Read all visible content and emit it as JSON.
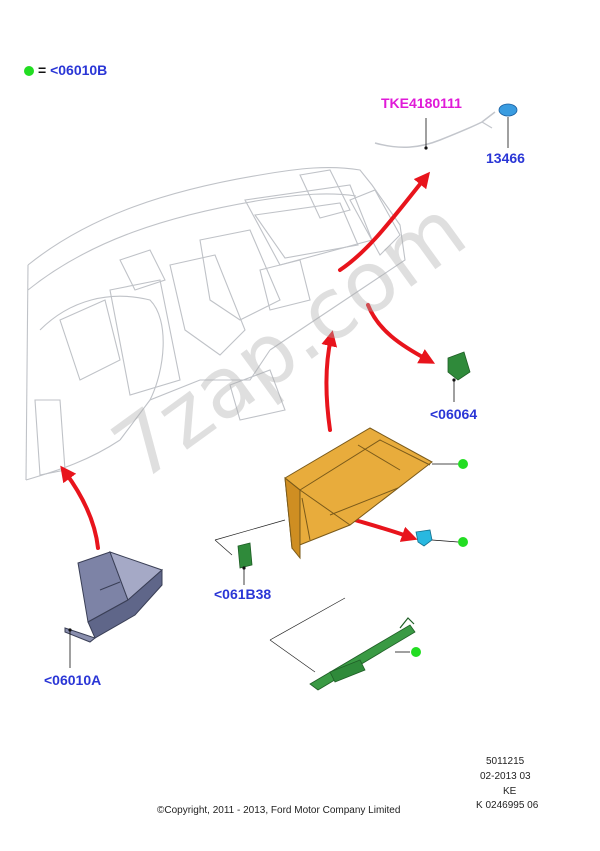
{
  "legend": {
    "marker_color": "#22dd22",
    "equals": "=",
    "text": "<06010B"
  },
  "watermark": "7zap.com",
  "callouts": {
    "tke": "TKE4180111",
    "p13466": "13466",
    "p06064": "<06064",
    "p061b38": "<061B38",
    "p06010a": "<06010A"
  },
  "info": {
    "line1": "5011215",
    "line2": "02-2013 03",
    "line3": "KE",
    "line4": "K 0246995 06"
  },
  "copyright": "©Copyright, 2011 - 2013, Ford Motor Company Limited",
  "colors": {
    "label_blue": "#2a36d6",
    "label_magenta": "#e01ad8",
    "arrow_red": "#e8141c",
    "glovebox_orange": "#e0a030",
    "bracket_green": "#2f8a3a",
    "latch_cyan": "#28b8e0",
    "marker_green": "#22dd22"
  },
  "icons": [
    "green-dot-marker-icon",
    "red-arrow-icon"
  ]
}
